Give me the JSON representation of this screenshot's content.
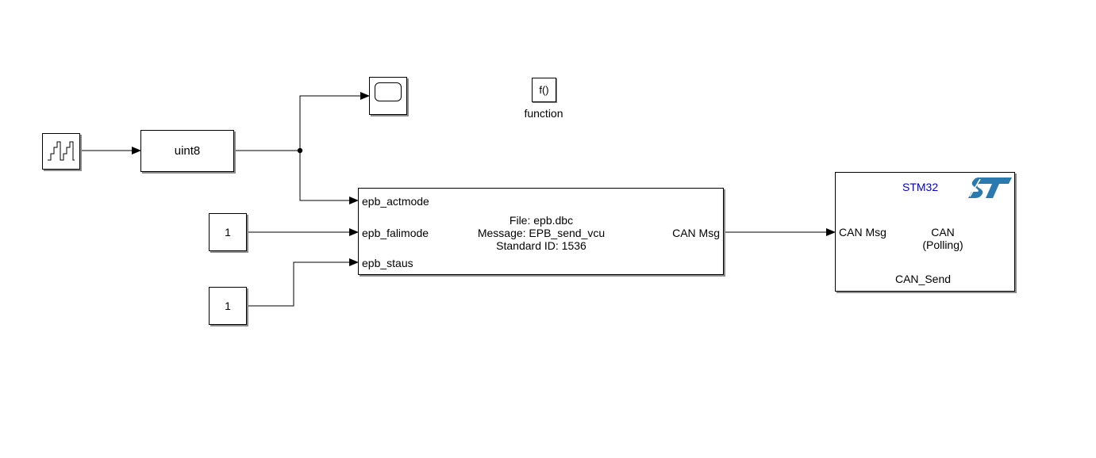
{
  "blocks": {
    "signal_source": {
      "icon": "staircase-signal-icon"
    },
    "convert": {
      "label": "uint8"
    },
    "scope": {
      "icon": "scope-screen-icon"
    },
    "function_call": {
      "icon_text": "f()",
      "caption": "function"
    },
    "constant_1": {
      "value": "1"
    },
    "constant_2": {
      "value": "1"
    },
    "can_pack": {
      "inputs": [
        "epb_actmode",
        "epb_falimode",
        "epb_staus"
      ],
      "output": "CAN Msg",
      "info": {
        "file": "File: epb.dbc",
        "message": "Message: EPB_send_vcu",
        "standard_id": "Standard ID: 1536"
      }
    },
    "can_send": {
      "brand": "STM32",
      "logo": "st-logo-icon",
      "input": "CAN Msg",
      "title_line1": "CAN",
      "title_line2": "(Polling)",
      "caption": "CAN_Send"
    }
  },
  "colors": {
    "line": "#000000",
    "brand_text": "#0000cc",
    "st_logo": "#2a7ab0",
    "shadow": "#8c8c8c"
  }
}
